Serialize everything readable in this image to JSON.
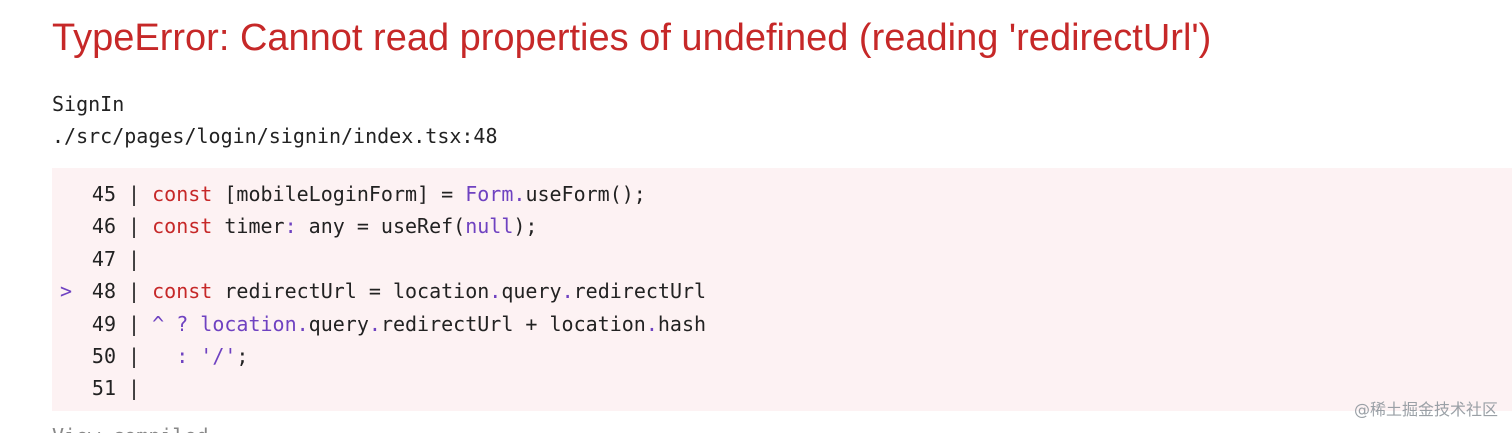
{
  "error": {
    "title": "TypeError: Cannot read properties of undefined (reading 'redirectUrl')"
  },
  "frame": {
    "function_name": "SignIn",
    "location": "./src/pages/login/signin/index.tsx:48"
  },
  "code": {
    "lines": [
      {
        "number": "45",
        "marker": ""
      },
      {
        "number": "46",
        "marker": ""
      },
      {
        "number": "47",
        "marker": ""
      },
      {
        "number": "48",
        "marker": ">"
      },
      {
        "number": "49",
        "marker": ""
      },
      {
        "number": "50",
        "marker": ""
      },
      {
        "number": "51",
        "marker": ""
      }
    ],
    "tokens": {
      "l45": {
        "kw": "const",
        "t1": " [mobileLoginForm] = ",
        "cls": "Form",
        "dot": ".",
        "call": "useForm();"
      },
      "l46": {
        "kw": "const",
        "t1": " timer",
        "colon": ":",
        "t2": " any = useRef(",
        "lit": "null",
        "t3": ");"
      },
      "l48": {
        "kw": "const",
        "t1": " redirectUrl = location",
        "d1": ".",
        "t2": "query",
        "d2": ".",
        "t3": "redirectUrl"
      },
      "l49": {
        "caret": "^ ? location",
        "d1": ".",
        "t1": "query",
        "d2": ".",
        "t2": "redirectUrl + location",
        "d3": ".",
        "t3": "hash"
      },
      "l50": {
        "colon": "  :",
        "str": " '/'",
        "semi": ";"
      }
    }
  },
  "watermark": "@稀土掘金技术社区",
  "cut_text": "View compiled"
}
